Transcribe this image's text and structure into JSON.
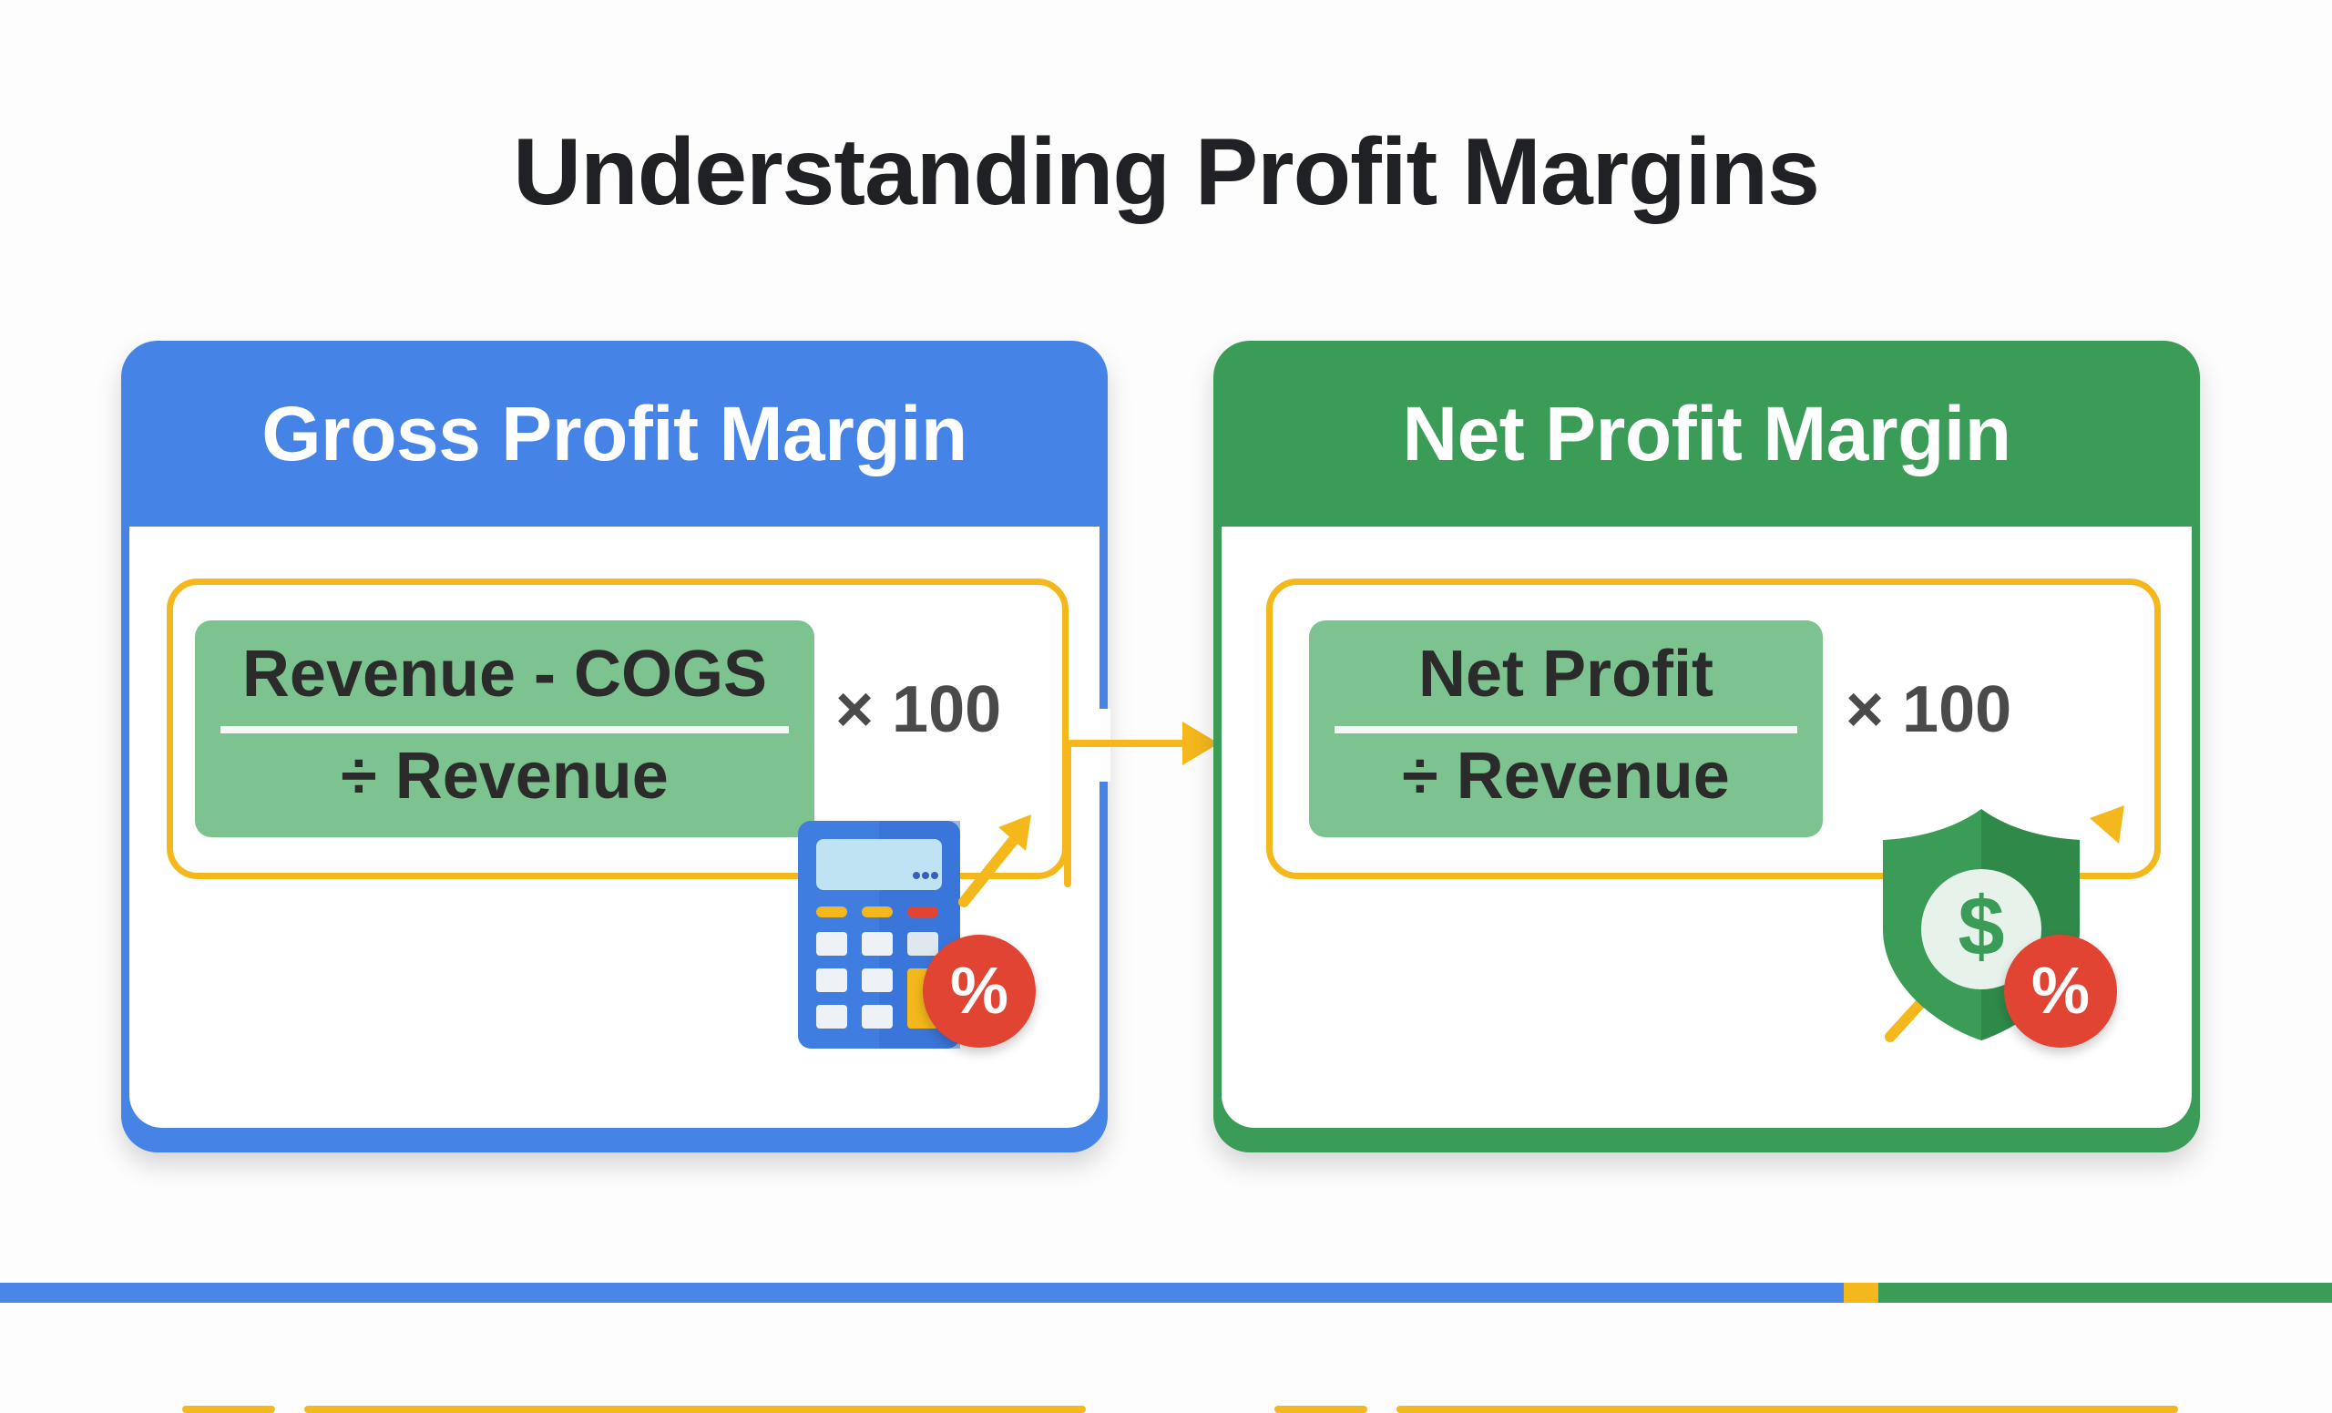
{
  "title": "Understanding Profit Margins",
  "colors": {
    "blue": "#4683e6",
    "green": "#3a9c57",
    "yellow": "#f4b81c",
    "formula_fill": "#7cc38f",
    "badge_red": "#e14432",
    "text_dark": "#202124"
  },
  "cards": [
    {
      "header": "Gross Profit Margin",
      "numerator": "Revenue - COGS",
      "denominator": "÷ Revenue",
      "multiplier": "× 100",
      "icon": "calculator-icon",
      "badge": "%"
    },
    {
      "header": "Net Profit Margin",
      "numerator": "Net Profit",
      "denominator": "÷ Revenue",
      "multiplier": "× 100",
      "icon": "shield-dollar-icon",
      "badge": "%"
    }
  ],
  "connector": {
    "icon": "arrow-right-icon"
  },
  "calculator": {
    "display_dots": "•••"
  },
  "shield": {
    "symbol": "$"
  }
}
